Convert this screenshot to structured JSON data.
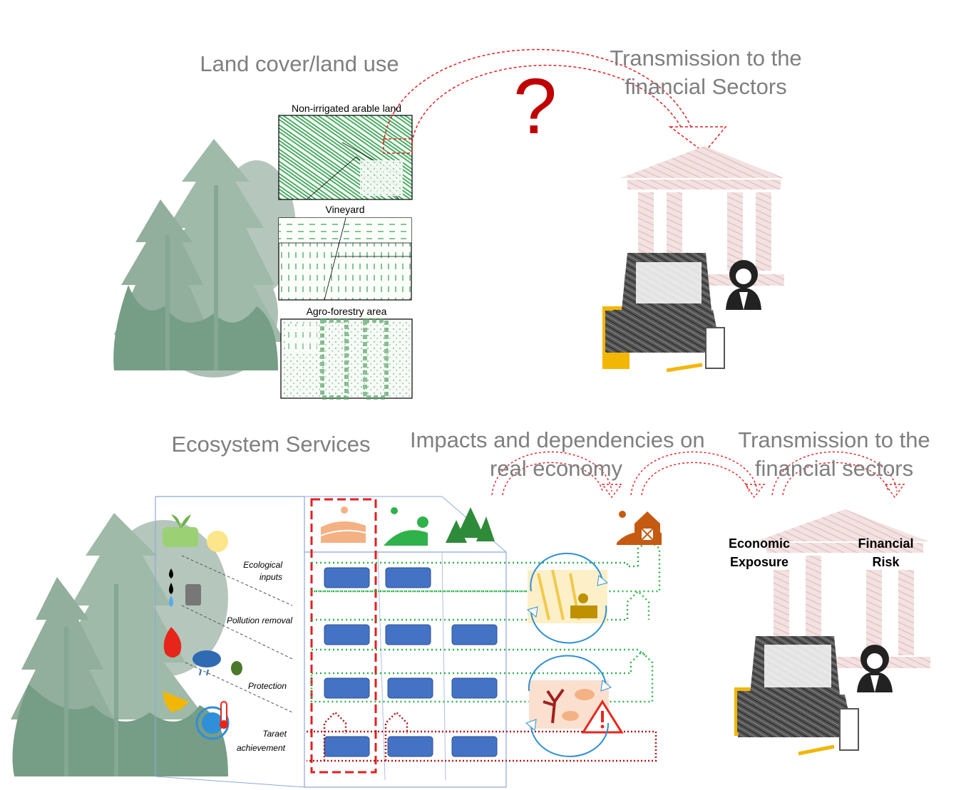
{
  "top": {
    "land_cover_title": "Land cover/land use",
    "transmission_title_line1": "Transmission to the",
    "transmission_title_line2": "financial Sectors",
    "question_mark": "?",
    "panels": [
      {
        "label": "Non-irrigated arable land"
      },
      {
        "label": "Vineyard"
      },
      {
        "label": "Agro-forestry area"
      }
    ]
  },
  "bottom": {
    "ecosystem_title": "Ecosystem Services",
    "impacts_title_line1": "Impacts and dependencies on",
    "impacts_title_line2": "real economy",
    "transmission_title_line1": "Transmission to the",
    "transmission_title_line2": "financial sectors",
    "rows": [
      {
        "label_line1": "Ecological",
        "label_line2": "inputs"
      },
      {
        "label_line1": "Pollution removal",
        "label_line2": ""
      },
      {
        "label_line1": "Protection",
        "label_line2": ""
      },
      {
        "label_line1": "Taraet",
        "label_line2": "achievement"
      }
    ],
    "economic_exposure_line1": "Economic",
    "economic_exposure_line2": "Exposure",
    "financial_risk_line1": "Financial",
    "financial_risk_line2": "Risk"
  },
  "colors": {
    "heading_gray": "#7f7f7f",
    "forest_green": "#5a8a6a",
    "panel_green": "#2e9e4a",
    "red_dashed": "#e02020",
    "flow_green": "#2fb24a",
    "flow_red": "#b01818",
    "box_blue": "#4472c4",
    "bank_pink": "#e9c9c9",
    "laptop_gray": "#4a4a4a",
    "accent_yellow": "#f2b705"
  },
  "icons": {
    "forest": "forest-icon",
    "bank": "bank-icon",
    "laptop": "laptop-icon",
    "person": "person-icon",
    "warning": "warning-icon",
    "barn": "barn-icon"
  }
}
